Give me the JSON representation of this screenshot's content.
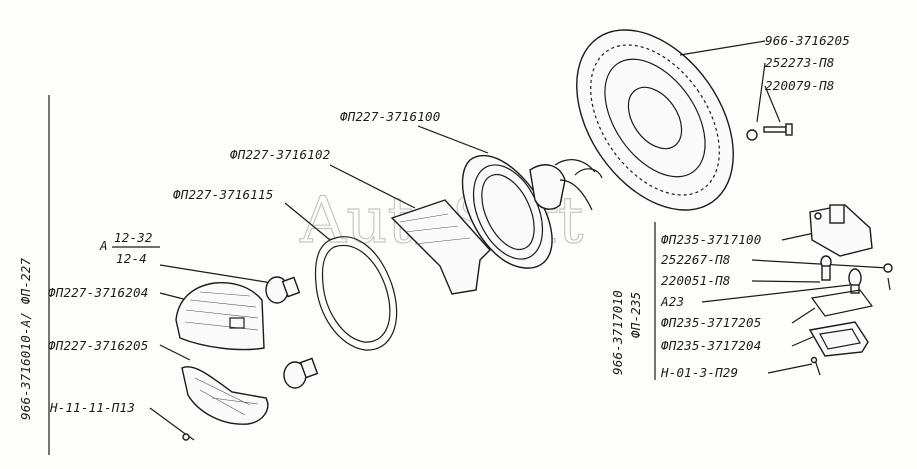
{
  "watermark": "AutoSoft",
  "group_left": {
    "vertical_label": "966-3716010-А/ ФП-227",
    "fraction_prefix": "А",
    "fraction_top": "12-32",
    "fraction_bottom": "12-4",
    "labels": [
      "ФП227-3716204",
      "ФП227-3716205",
      "Н-11-11-П13"
    ]
  },
  "center_labels": [
    "ФП227-3716100",
    "ФП227-3716102",
    "ФП227-3716115"
  ],
  "group_top_right": {
    "labels": [
      "966-3716205",
      "252273-П8",
      "220079-П8"
    ]
  },
  "group_right": {
    "vertical_label_1": "966-3717010",
    "vertical_label_2": "ФП-235",
    "labels": [
      "ФП235-3717100",
      "252267-П8",
      "220051-П8",
      "А23",
      "ФП235-3717205",
      "ФП235-3717204",
      "Н-01-3-П29"
    ]
  }
}
